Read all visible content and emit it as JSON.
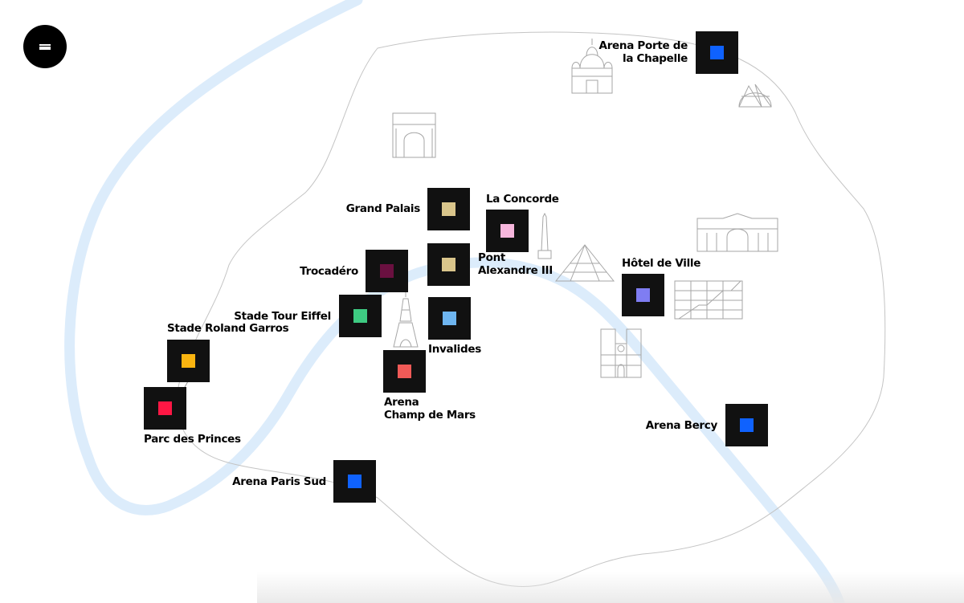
{
  "menu": {
    "icon": "hamburger-menu-icon"
  },
  "colors": {
    "river": "#dcecfb",
    "outline": "#bdbdbd",
    "landmark": "#a6a6a6",
    "tile": "#111111"
  },
  "venues": [
    {
      "id": "arena-porte-de-la-chapelle",
      "label_lines": [
        "Arena Porte de",
        "la Chapelle"
      ],
      "color": "#0f62fe"
    },
    {
      "id": "grand-palais",
      "label_lines": [
        "Grand Palais"
      ],
      "color": "#d9c58b"
    },
    {
      "id": "la-concorde",
      "label_lines": [
        "La Concorde"
      ],
      "color": "#f6b6dc"
    },
    {
      "id": "pont-alexandre-iii",
      "label_lines": [
        "Pont",
        "Alexandre III"
      ],
      "color": "#d9c58b"
    },
    {
      "id": "trocadero",
      "label_lines": [
        "Trocadéro"
      ],
      "color": "#6a1040"
    },
    {
      "id": "hotel-de-ville",
      "label_lines": [
        "Hôtel de Ville"
      ],
      "color": "#7f7df2"
    },
    {
      "id": "stade-tour-eiffel",
      "label_lines": [
        "Stade Tour Eiffel"
      ],
      "color": "#3ecb82"
    },
    {
      "id": "invalides",
      "label_lines": [
        "Invalides"
      ],
      "color": "#6eb5f0"
    },
    {
      "id": "stade-roland-garros",
      "label_lines": [
        "Stade Roland Garros"
      ],
      "color": "#f9b410"
    },
    {
      "id": "arena-champ-de-mars",
      "label_lines": [
        "Arena",
        "Champ de Mars"
      ],
      "color": "#f05a57"
    },
    {
      "id": "parc-des-princes",
      "label_lines": [
        "Parc des Princes"
      ],
      "color": "#ff1744"
    },
    {
      "id": "arena-bercy",
      "label_lines": [
        "Arena Bercy"
      ],
      "color": "#0f62fe"
    },
    {
      "id": "arena-paris-sud",
      "label_lines": [
        "Arena Paris Sud"
      ],
      "color": "#0f62fe"
    }
  ],
  "landmarks": [
    {
      "name": "sacre-coeur-icon"
    },
    {
      "name": "geode-icon"
    },
    {
      "name": "arc-de-triomphe-icon"
    },
    {
      "name": "obelisk-icon"
    },
    {
      "name": "louvre-pyramid-icon"
    },
    {
      "name": "gare-building-icon"
    },
    {
      "name": "centre-pompidou-icon"
    },
    {
      "name": "eiffel-tower-icon"
    },
    {
      "name": "notre-dame-icon"
    }
  ]
}
